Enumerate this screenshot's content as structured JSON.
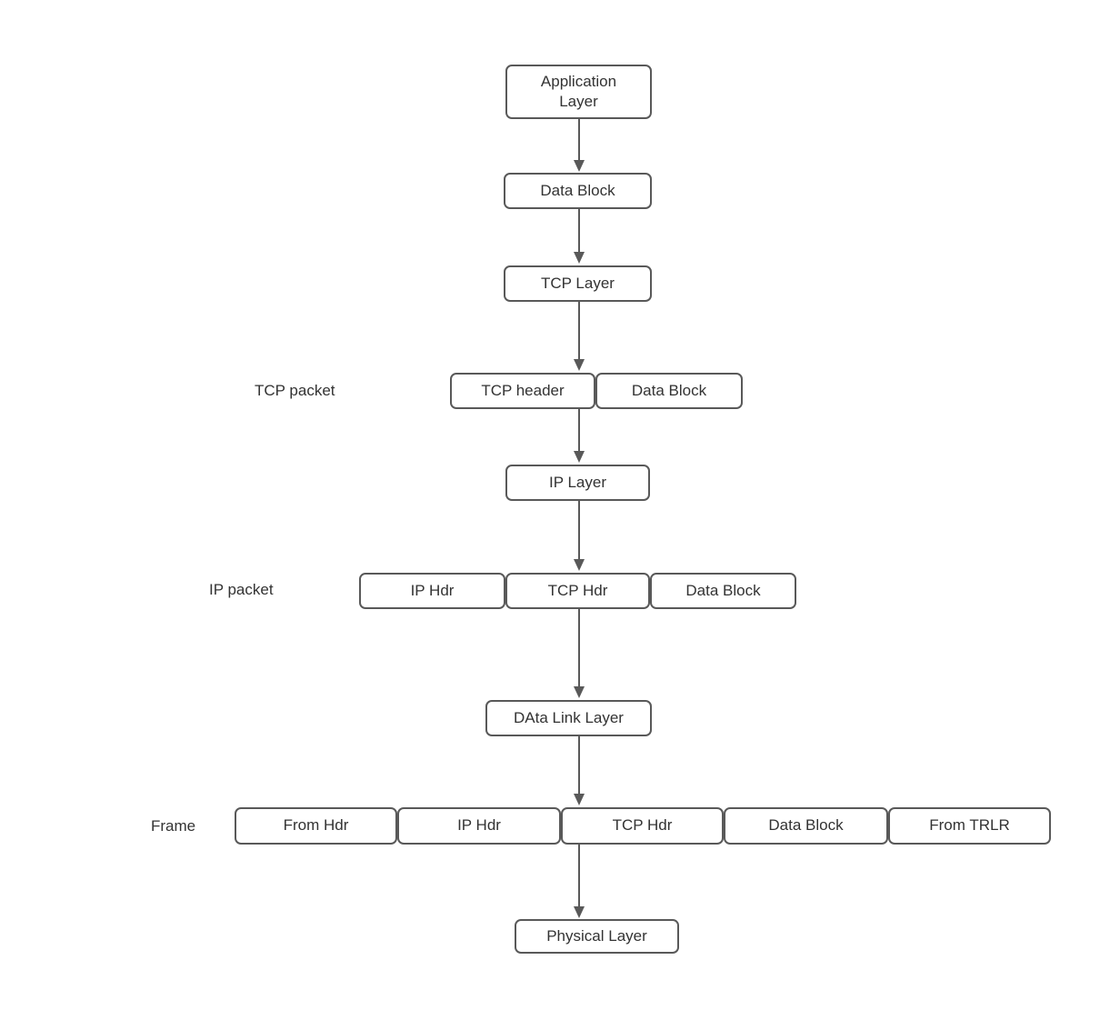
{
  "diagram": {
    "description": "TCP/IP protocol data encapsulation flow",
    "colors": {
      "stroke": "#595959",
      "text": "#333333",
      "node_fill": "#ffffff",
      "background": "#ffffff"
    },
    "nodes": {
      "application_layer": "Application\nLayer",
      "data_block_1": "Data Block",
      "tcp_layer": "TCP Layer",
      "tcp_header": "TCP header",
      "data_block_2": "Data Block",
      "ip_layer": "IP Layer",
      "ip_hdr_1": "IP Hdr",
      "tcp_hdr_1": "TCP Hdr",
      "data_block_3": "Data Block",
      "data_link_layer": "DAta Link Layer",
      "from_hdr": "From Hdr",
      "ip_hdr_2": "IP Hdr",
      "tcp_hdr_2": "TCP Hdr",
      "data_block_4": "Data Block",
      "from_trlr": "From TRLR",
      "physical_layer": "Physical Layer"
    },
    "row_labels": {
      "tcp_packet": "TCP packet",
      "ip_packet": "IP packet",
      "frame": "Frame"
    }
  }
}
